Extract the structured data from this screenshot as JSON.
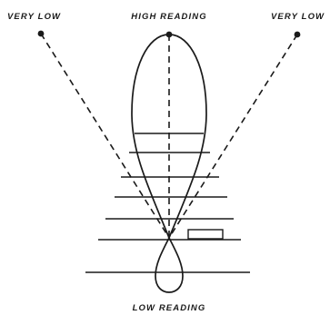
{
  "labels": {
    "very_low_left": "VERY LOW",
    "high_reading": "HIGH READING",
    "very_low_right": "VERY LOW",
    "low_reading": "LOW READING"
  },
  "colors": {
    "ink": "#1a1a1a",
    "background": "#ffffff"
  }
}
